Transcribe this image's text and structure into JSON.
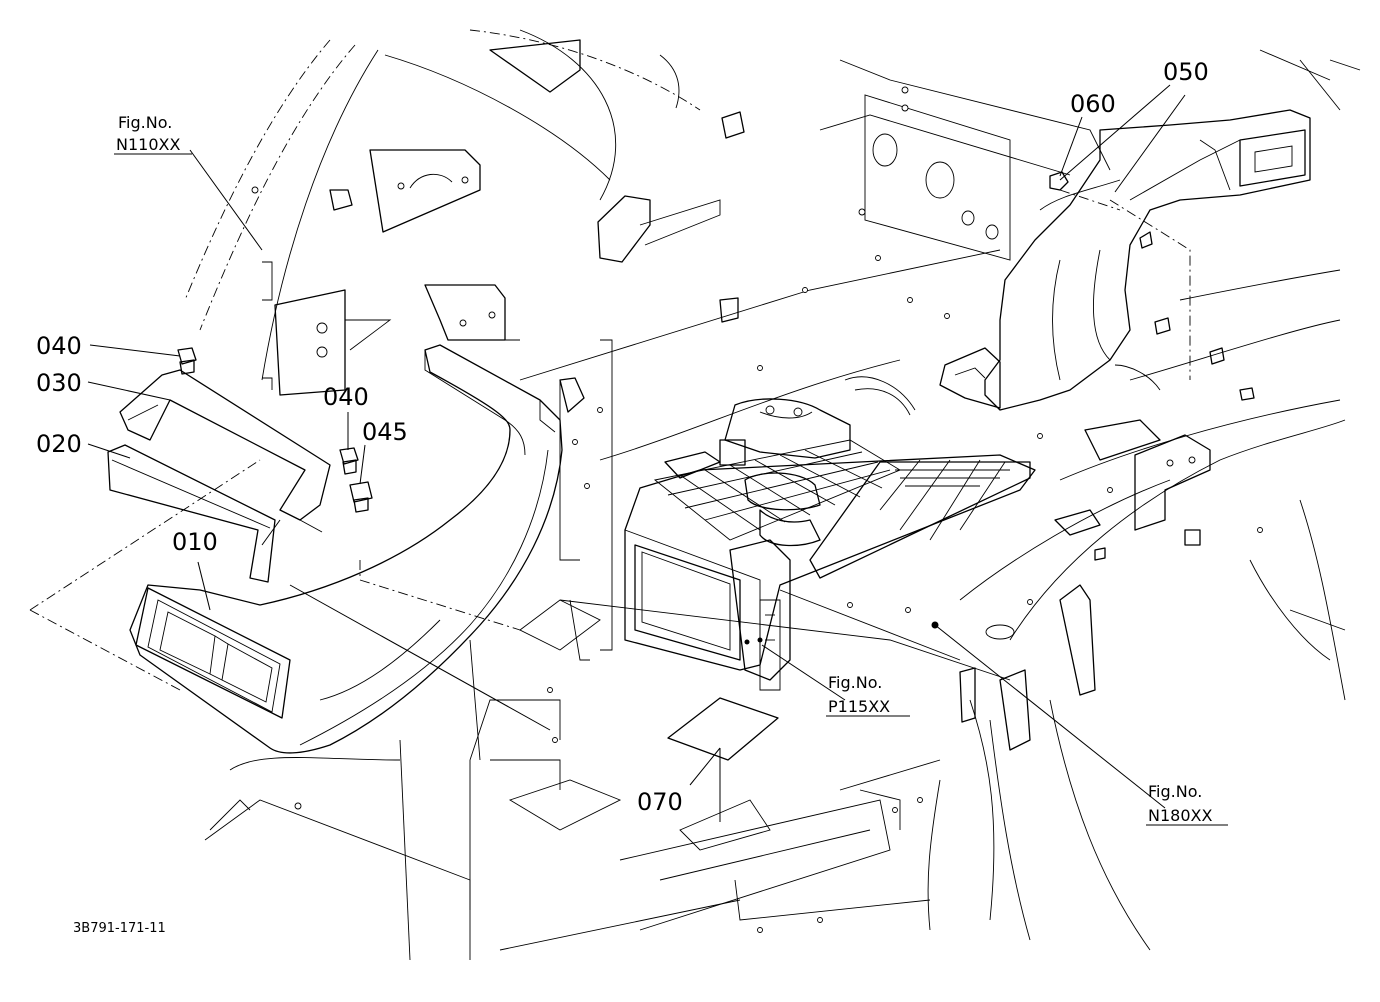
{
  "diagram": {
    "part_callouts": [
      {
        "id": "010",
        "label": "010"
      },
      {
        "id": "020",
        "label": "020"
      },
      {
        "id": "030",
        "label": "030"
      },
      {
        "id": "040a",
        "label": "040"
      },
      {
        "id": "040b",
        "label": "040"
      },
      {
        "id": "045",
        "label": "045"
      },
      {
        "id": "050",
        "label": "050"
      },
      {
        "id": "060",
        "label": "060"
      },
      {
        "id": "070",
        "label": "070"
      }
    ],
    "figure_refs": [
      {
        "id": "n110",
        "line1": "Fig.No.",
        "line2": "N110XX"
      },
      {
        "id": "p115",
        "line1": "Fig.No.",
        "line2": "P115XX"
      },
      {
        "id": "n180",
        "line1": "Fig.No.",
        "line2": "N180XX"
      }
    ],
    "drawing_code": "3B791-171-11",
    "colors": {
      "line": "#000000",
      "background": "#ffffff"
    }
  }
}
